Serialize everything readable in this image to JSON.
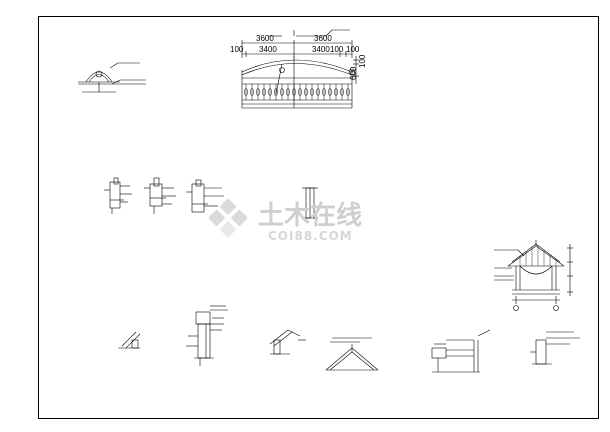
{
  "elevation": {
    "dims_top": [
      "3600",
      "3600"
    ],
    "dims_mid": [
      "100",
      "3400",
      "3400",
      "100",
      "100"
    ],
    "dims_side": [
      "100",
      "600"
    ]
  },
  "watermark": {
    "title": "土木在线",
    "subtitle": "COI88.COM"
  }
}
